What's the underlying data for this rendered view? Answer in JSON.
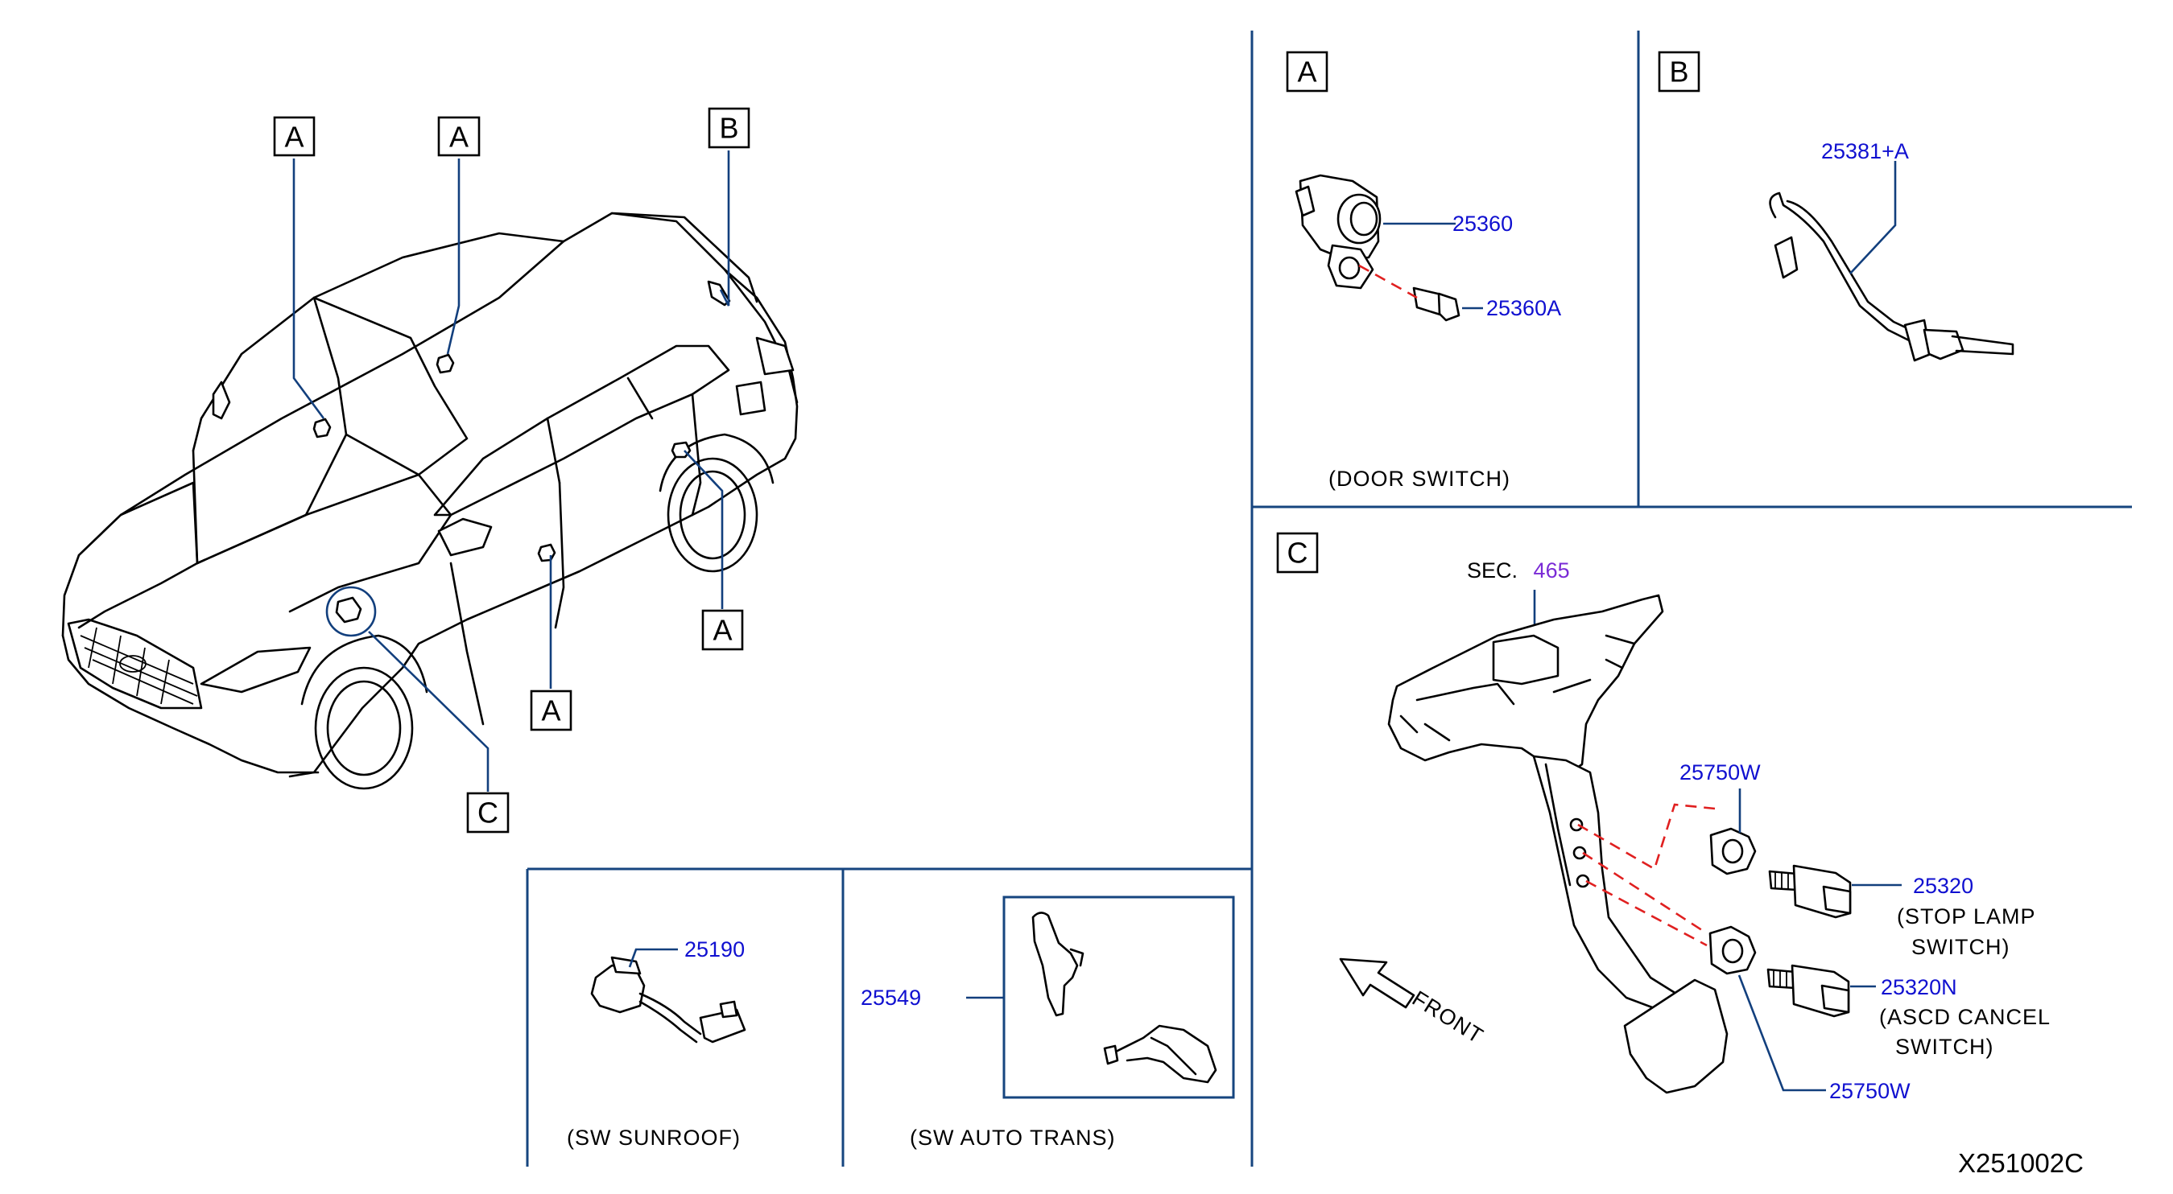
{
  "diagram_code": "X251002C",
  "callouts": {
    "a": "A",
    "b": "B",
    "c": "C"
  },
  "panel_a": {
    "tag": "A",
    "parts": [
      "25360",
      "25360A"
    ],
    "caption": "(DOOR   SWITCH)"
  },
  "panel_b": {
    "tag": "B",
    "parts": [
      "25381+A"
    ]
  },
  "panel_c": {
    "tag": "C",
    "section_prefix": "SEC.",
    "section_number": "465",
    "parts": {
      "retainer_top": "25750W",
      "stop_lamp_switch": "25320",
      "stop_lamp_caption_1": "(STOP   LAMP",
      "stop_lamp_caption_2": "SWITCH)",
      "ascd_switch": "25320N",
      "ascd_caption_1": "(ASCD   CANCEL",
      "ascd_caption_2": "SWITCH)",
      "retainer_bottom": "25750W"
    },
    "direction_label": "FRONT"
  },
  "panel_sunroof": {
    "part": "25190",
    "caption": "(SW   SUNROOF)"
  },
  "panel_auto_trans": {
    "part": "25549",
    "caption": "(SW   AUTO   TRANS)"
  },
  "colors": {
    "leader_line": "#123f7d",
    "part_number": "#1010d0",
    "section_ref": "#7a2bd6",
    "dashed_guide": "#e02020",
    "divider": "#16457f"
  }
}
